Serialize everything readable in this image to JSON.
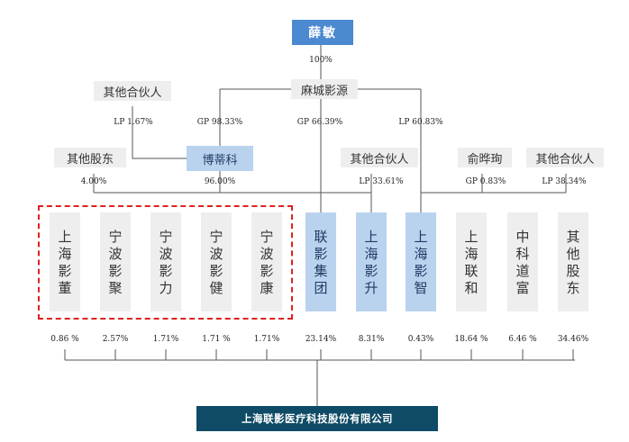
{
  "top": {
    "person": "薛敏",
    "person_pct": "100%",
    "holding": "麻城影源"
  },
  "upper": {
    "other_partner_left": "其他合伙人",
    "lp_left": "LP 1.67%",
    "gp_left": "GP 98.33%",
    "gp_mid": "GP 66.39%",
    "lp_mid": "LP 60.83%",
    "bodike": "博蒂科",
    "other_shareholders": "其他股东",
    "pct_400": "4.00%",
    "pct_9600": "96.00%",
    "other_partner_mid": "其他合伙人",
    "lp_3361": "LP 33.61%",
    "yu_huaxun": "俞晔珣",
    "gp_083": "GP 0.83%",
    "other_partner_right": "其他合伙人",
    "lp_3834": "LP 38.34%"
  },
  "shareholders": [
    {
      "name": "上海影董",
      "pct": "0.86 %"
    },
    {
      "name": "宁波影聚",
      "pct": "2.57%"
    },
    {
      "name": "宁波影力",
      "pct": "1.71%"
    },
    {
      "name": "宁波影健",
      "pct": "1.71 %"
    },
    {
      "name": "宁波影康",
      "pct": "1.71%"
    },
    {
      "name": "联影集团",
      "pct": "23.14%"
    },
    {
      "name": "上海影升",
      "pct": "8.31%"
    },
    {
      "name": "上海影智",
      "pct": "0.43%"
    },
    {
      "name": "上海联和",
      "pct": "18.64 %"
    },
    {
      "name": "中科道富",
      "pct": "6.46 %"
    },
    {
      "name": "其他股东",
      "pct": "34.46%"
    }
  ],
  "company": "上海联影医疗科技股份有限公司",
  "colors": {
    "dark_blue": "#4b89d0",
    "light_blue": "#b9d3ef",
    "grey": "#eeeeee",
    "company": "#0f4b66",
    "dash": "#e02020"
  }
}
